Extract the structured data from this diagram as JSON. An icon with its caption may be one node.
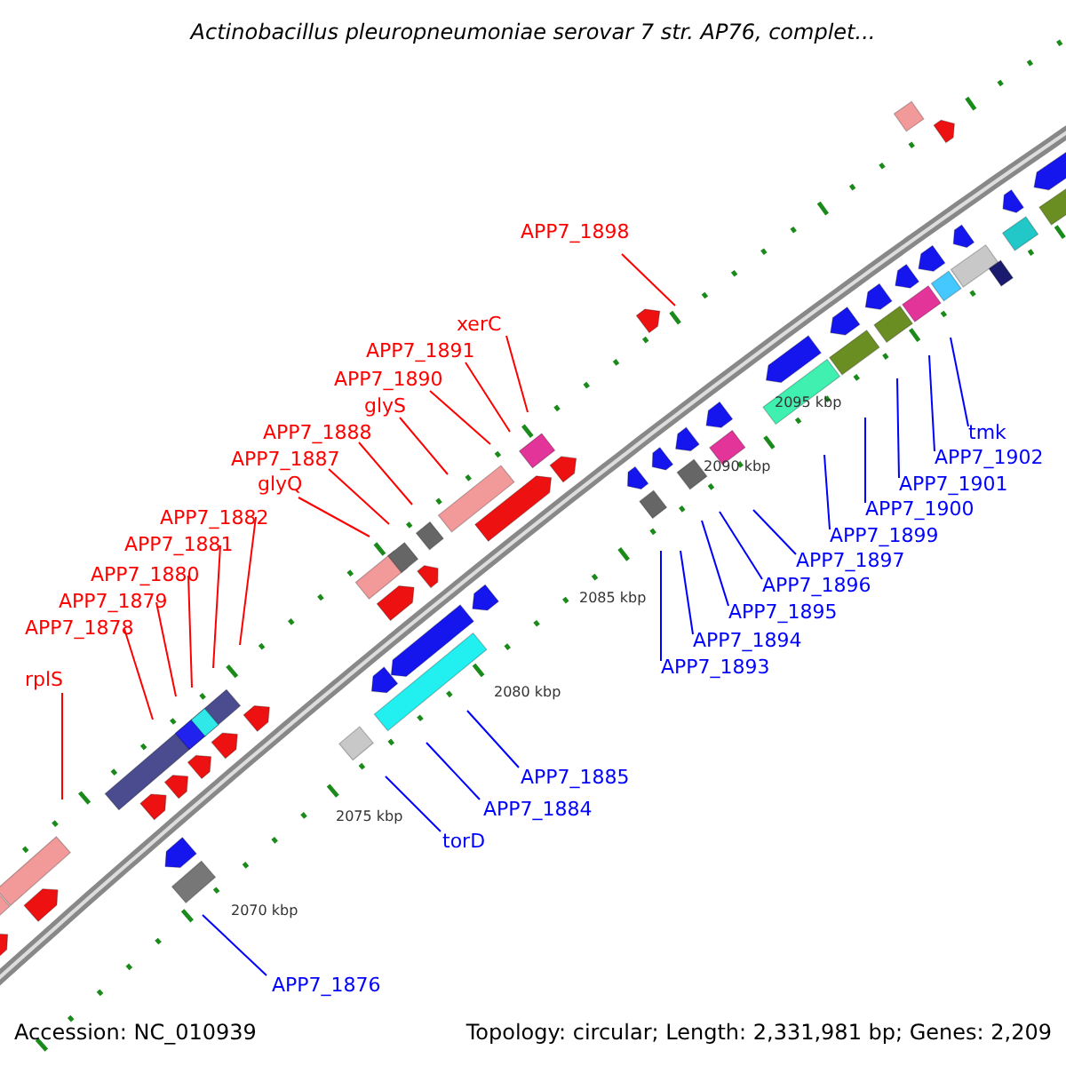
{
  "diagram": {
    "title": "Actinobacillus pleuropneumoniae serovar 7 str. AP76, complet...",
    "nodes": [
      {
        "text": [
          "APP7_1898"
        ]
      },
      {
        "text": [
          "xerC"
        ]
      },
      {
        "text": [
          "APP7_1891"
        ]
      },
      {
        "text": [
          "APP7_1890"
        ]
      },
      {
        "text": [
          "glyS"
        ]
      },
      {
        "text": [
          "APP7_1888"
        ]
      },
      {
        "text": [
          "APP7_1887"
        ]
      },
      {
        "text": [
          "glyQ"
        ]
      },
      {
        "text": [
          "APP7_1882"
        ]
      },
      {
        "text": [
          "APP7_1881"
        ]
      },
      {
        "text": [
          "APP7_1880"
        ]
      },
      {
        "text": [
          "APP7_1879"
        ]
      },
      {
        "text": [
          "APP7_1878"
        ]
      },
      {
        "text": [
          "rplS"
        ]
      },
      {
        "text": [
          "tmk"
        ]
      },
      {
        "text": [
          "APP7_1902"
        ]
      },
      {
        "text": [
          "APP7_1901"
        ]
      },
      {
        "text": [
          "APP7_1900"
        ]
      },
      {
        "text": [
          "APP7_1899"
        ]
      },
      {
        "text": [
          "APP7_1897"
        ]
      },
      {
        "text": [
          "APP7_1896"
        ]
      },
      {
        "text": [
          "APP7_1895"
        ]
      },
      {
        "text": [
          "APP7_1894"
        ]
      },
      {
        "text": [
          "APP7_1893"
        ]
      },
      {
        "text": [
          "APP7_1885"
        ]
      },
      {
        "text": [
          "APP7_1884"
        ]
      },
      {
        "text": [
          "torD"
        ]
      },
      {
        "text": [
          "APP7_1876"
        ]
      }
    ],
    "edges": [
      {
        "from": 0,
        "to": null,
        "arrow": "none"
      },
      {
        "from": 1,
        "to": null,
        "arrow": "none"
      },
      {
        "from": 2,
        "to": null,
        "arrow": "none"
      },
      {
        "from": 3,
        "to": null,
        "arrow": "none"
      },
      {
        "from": 4,
        "to": null,
        "arrow": "none"
      },
      {
        "from": 5,
        "to": null,
        "arrow": "none"
      },
      {
        "from": 6,
        "to": null,
        "arrow": "none"
      },
      {
        "from": 7,
        "to": null,
        "arrow": "none"
      },
      {
        "from": 8,
        "to": null,
        "arrow": "none"
      },
      {
        "from": 9,
        "to": null,
        "arrow": "none"
      },
      {
        "from": 10,
        "to": null,
        "arrow": "none"
      },
      {
        "from": 11,
        "to": null,
        "arrow": "none"
      },
      {
        "from": 12,
        "to": null,
        "arrow": "none"
      },
      {
        "from": 13,
        "to": null,
        "arrow": "none"
      },
      {
        "from": 14,
        "to": null,
        "arrow": "none",
        "color": "#0000ff"
      },
      {
        "from": 15,
        "to": null,
        "arrow": "none",
        "color": "#0000ff"
      },
      {
        "from": 16,
        "to": null,
        "arrow": "none",
        "color": "#0000ff"
      },
      {
        "from": 17,
        "to": null,
        "arrow": "none",
        "color": "#0000ff"
      },
      {
        "from": 18,
        "to": null,
        "arrow": "none",
        "color": "#0000ff"
      },
      {
        "from": 19,
        "to": null,
        "arrow": "none",
        "color": "#0000ff"
      },
      {
        "from": 20,
        "to": null,
        "arrow": "none",
        "color": "#0000ff"
      },
      {
        "from": 21,
        "to": null,
        "arrow": "none",
        "color": "#0000ff"
      },
      {
        "from": 22,
        "to": null,
        "arrow": "none",
        "color": "#0000ff"
      },
      {
        "from": 23,
        "to": null,
        "arrow": "none",
        "color": "#0000ff"
      },
      {
        "from": 24,
        "to": null,
        "arrow": "none",
        "color": "#0000ff"
      },
      {
        "from": 25,
        "to": null,
        "arrow": "none",
        "color": "#0000ff"
      },
      {
        "from": 26,
        "to": null,
        "arrow": "none",
        "color": "#0000ff"
      },
      {
        "from": 27,
        "to": null,
        "arrow": "none",
        "color": "#0000ff"
      }
    ],
    "labels": [
      "2095 kbp",
      "2090 kbp",
      "2085 kbp",
      "2080 kbp",
      "2075 kbp",
      "2070 kbp",
      "Accession: NC_010939",
      "Topology: circular; Length: 2,331,981 bp; Genes: 2,209"
    ]
  }
}
